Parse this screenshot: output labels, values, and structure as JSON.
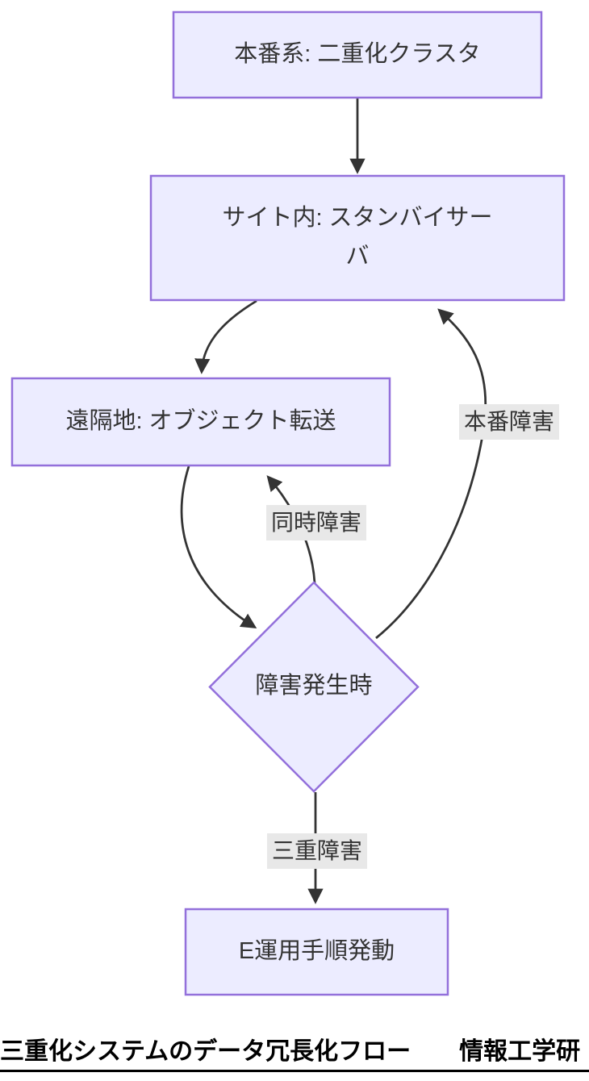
{
  "diagram": {
    "nodes": {
      "production": {
        "label": "本番系: 二重化クラスタ",
        "shape": "rect"
      },
      "standby": {
        "label": "サイト内: スタンバイサーバ",
        "shape": "rect"
      },
      "remote": {
        "label": "遠隔地: オブジェクト転送",
        "shape": "rect"
      },
      "failure": {
        "label": "障害発生時",
        "shape": "diamond"
      },
      "emergency": {
        "label": "E運用手順発動",
        "shape": "rect"
      }
    },
    "edges": [
      {
        "from": "production",
        "to": "standby",
        "label": ""
      },
      {
        "from": "standby",
        "to": "remote",
        "label": ""
      },
      {
        "from": "remote",
        "to": "failure",
        "label": ""
      },
      {
        "from": "failure",
        "to": "remote",
        "label": "同時障害"
      },
      {
        "from": "failure",
        "to": "standby",
        "label": "本番障害"
      },
      {
        "from": "failure",
        "to": "emergency",
        "label": "三重障害"
      }
    ],
    "colors": {
      "node_fill": "#ECECFF",
      "node_border": "#9370DB",
      "edge_line": "#333333",
      "edge_label_bg": "#E8E8E8",
      "node_text": "#333333",
      "caption_text": "#000000"
    }
  },
  "footer": {
    "caption": "三重化システムのデータ冗長化フロー　　情報工学研"
  }
}
